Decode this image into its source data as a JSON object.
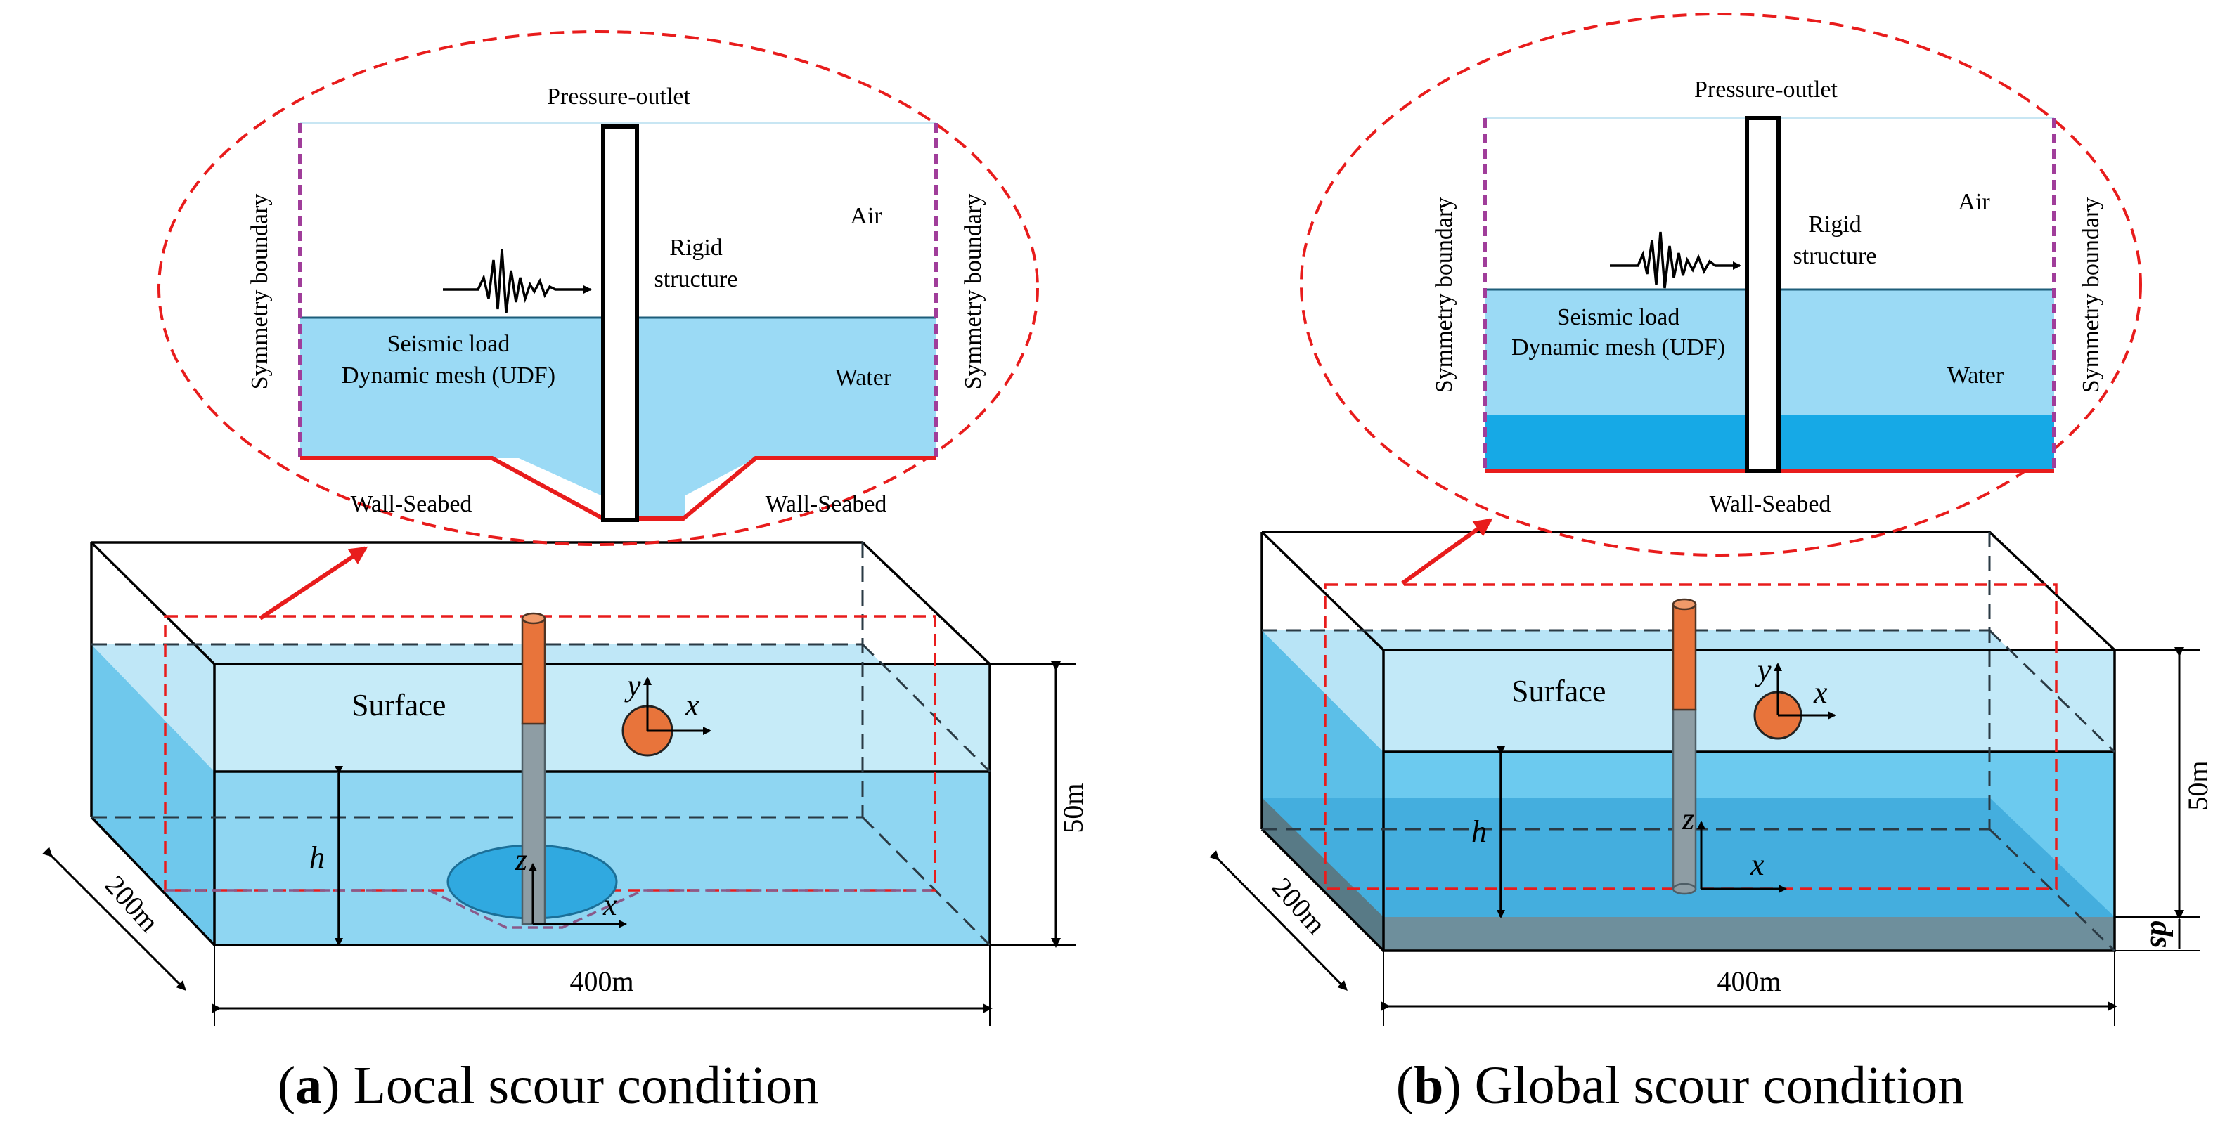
{
  "colors": {
    "water_light": "#bfe7f7",
    "water_mid": "#8fd6f2",
    "water_deep": "#4fb5e3",
    "sediment_blue": "#16a9e6",
    "seabed_grey": "#6e8f9c",
    "pile_orange": "#e8743b",
    "red_dash": "#e81c1c",
    "purple_dash": "#a03d9a",
    "outlet_line": "#c8e6f3"
  },
  "panel_a": {
    "zoom": {
      "pressure_outlet": "Pressure-outlet",
      "air": "Air",
      "rigid": "Rigid",
      "structure": "structure",
      "seismic_load": "Seismic load",
      "dynamic_mesh": "Dynamic mesh (UDF)",
      "water": "Water",
      "symmetry_left": "Symmetry boundary",
      "symmetry_right": "Symmetry boundary",
      "wall_left": "Wall-Seabed",
      "wall_right": "Wall-Seabed"
    },
    "box": {
      "surface": "Surface",
      "height": "50m",
      "depth": "200m",
      "width": "400m",
      "h": "h",
      "axis_x": "x",
      "axis_y": "y",
      "axis_z": "z"
    },
    "caption_letter": "a",
    "caption_text": "Local scour condition"
  },
  "panel_b": {
    "zoom": {
      "pressure_outlet": "Pressure-outlet",
      "air": "Air",
      "rigid": "Rigid",
      "structure": "structure",
      "seismic_load": "Seismic load",
      "dynamic_mesh": "Dynamic mesh (UDF)",
      "water": "Water",
      "symmetry_left": "Symmetry boundary",
      "symmetry_right": "Symmetry boundary",
      "wall": "Wall-Seabed"
    },
    "box": {
      "surface": "Surface",
      "height": "50m",
      "depth": "200m",
      "width": "400m",
      "h": "h",
      "ds": "ds",
      "axis_x": "x",
      "axis_y": "y",
      "axis_z": "z"
    },
    "caption_letter": "b",
    "caption_text": "Global scour condition"
  }
}
